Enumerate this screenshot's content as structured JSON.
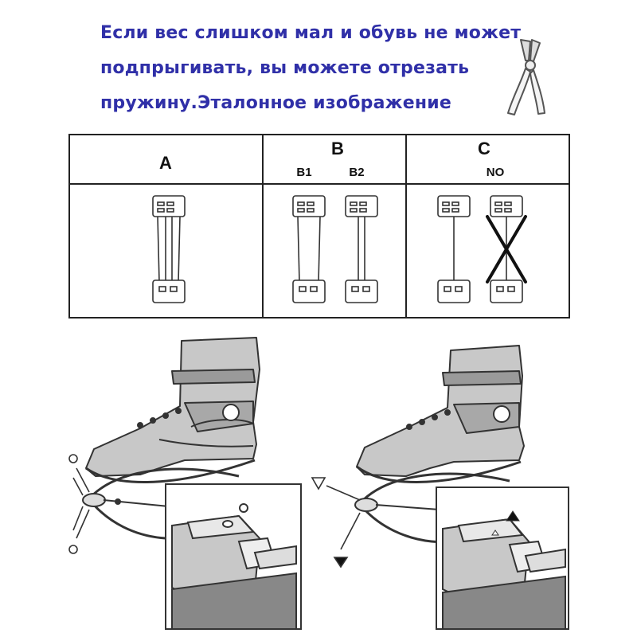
{
  "instruction": {
    "line1": "Если вес слишком мал и обувь не может",
    "line2": "подпрыгивать, вы можете отрезать",
    "line3": "пружину.Эталонное изображение"
  },
  "table": {
    "col_a": "A",
    "col_b": "B",
    "col_b1": "B1",
    "col_b2": "B2",
    "col_c": "C",
    "col_c_note": "NO"
  },
  "colors": {
    "heading_text": "#3030a8",
    "boot_fill": "#c8c8c8",
    "line": "#222222"
  },
  "icons": [
    "pliers-icon",
    "spring-frame-icon",
    "cross-mark-icon",
    "boot-illustration",
    "circle-marker-icon",
    "triangle-marker-icon"
  ]
}
